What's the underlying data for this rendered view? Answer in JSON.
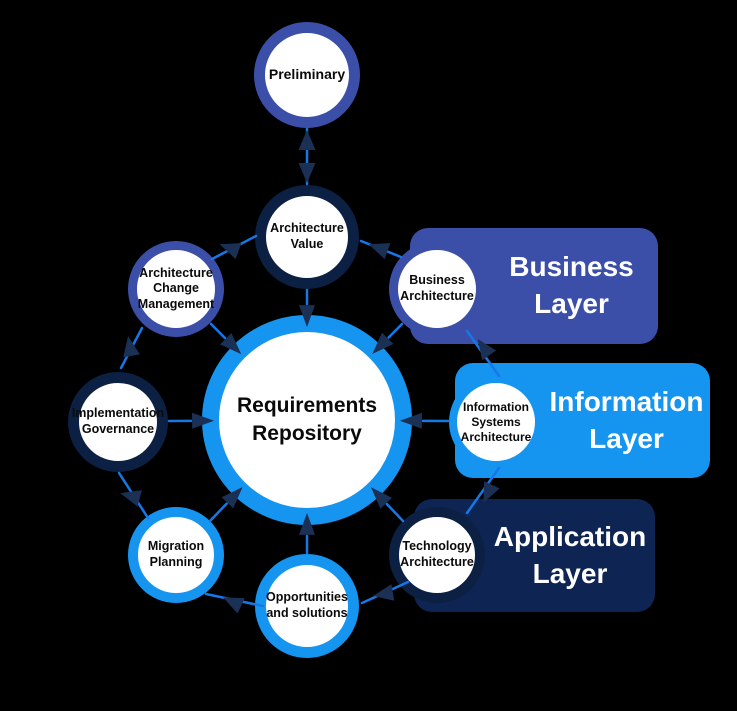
{
  "diagram": {
    "center": {
      "label": "Requirements\nRepository"
    },
    "nodes": [
      {
        "id": "preliminary",
        "label": "Preliminary"
      },
      {
        "id": "architecture-value",
        "label": "Architecture\nValue"
      },
      {
        "id": "business-architecture",
        "label": "Business\nArchitecture"
      },
      {
        "id": "information-systems-architecture",
        "label": "Information\nSystems\nArchitecture"
      },
      {
        "id": "technology-architecture",
        "label": "Technology\nArchitecture"
      },
      {
        "id": "opportunities-and-solutions",
        "label": "Opportunities\nand solutions"
      },
      {
        "id": "migration-planning",
        "label": "Migration\nPlanning"
      },
      {
        "id": "implementation-governance",
        "label": "Implementation\nGovernance"
      },
      {
        "id": "architecture-change-management",
        "label": "Architecture\nChange\nManagement"
      }
    ],
    "layers": [
      {
        "id": "business-layer",
        "label": "Business\nLayer",
        "color": "#3B4FA8"
      },
      {
        "id": "information-layer",
        "label": "Information\nLayer",
        "color": "#1695F0"
      },
      {
        "id": "application-layer",
        "label": "Application\nLayer",
        "color": "#0E2452"
      }
    ],
    "colors": {
      "background": "#000000",
      "royal_blue": "#3B4FA8",
      "bright_blue": "#1695F0",
      "dark_navy": "#0B2043",
      "application_rect": "#0E2452",
      "connector_blue": "#1677E8",
      "arrowhead_navy": "#1B3055",
      "node_fill": "#FFFFFF",
      "node_text": "#0A0A0A",
      "layer_text": "#FFFFFF"
    }
  }
}
